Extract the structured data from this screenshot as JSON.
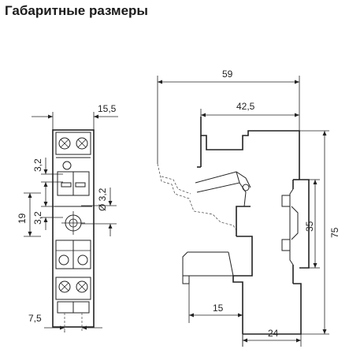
{
  "title": "Габаритные размеры",
  "dimensions": {
    "front_width": "15,5",
    "pitch_upper": "3,2",
    "pitch_lower": "3,2",
    "hole_diameter": "Ø 3,2",
    "front_height_offset": "19",
    "pin_spacing": "7,5",
    "total_length": "59",
    "mount_length": "42,5",
    "rail_height": "35",
    "total_height": "75",
    "bottom_offset": "15",
    "base_depth": "24"
  }
}
